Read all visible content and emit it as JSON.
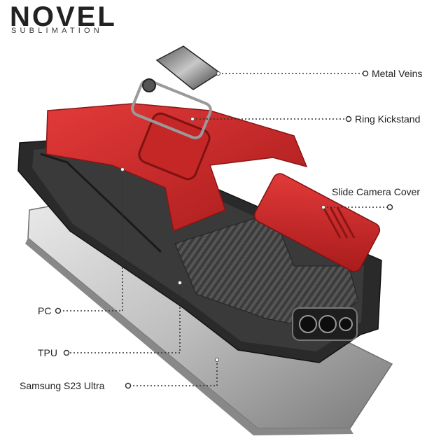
{
  "brand": {
    "name": "NOVEL",
    "subtitle": "SUBLIMATION",
    "accent_color": "#d52a2a"
  },
  "callouts": [
    {
      "id": "metal-veins",
      "label": "Metal Veins"
    },
    {
      "id": "ring-kickstand",
      "label": "Ring Kickstand"
    },
    {
      "id": "slide-camera-cover",
      "label": "Slide Camera Cover"
    },
    {
      "id": "pc",
      "label": "PC"
    },
    {
      "id": "tpu",
      "label": "TPU"
    },
    {
      "id": "phone-model",
      "label": "Samsung S23 Ultra"
    }
  ],
  "colors": {
    "case_red": "#d52a2a",
    "case_black": "#222222",
    "metal_gray": "#9a9a9a",
    "phone_silver": "#b8b8b8"
  }
}
